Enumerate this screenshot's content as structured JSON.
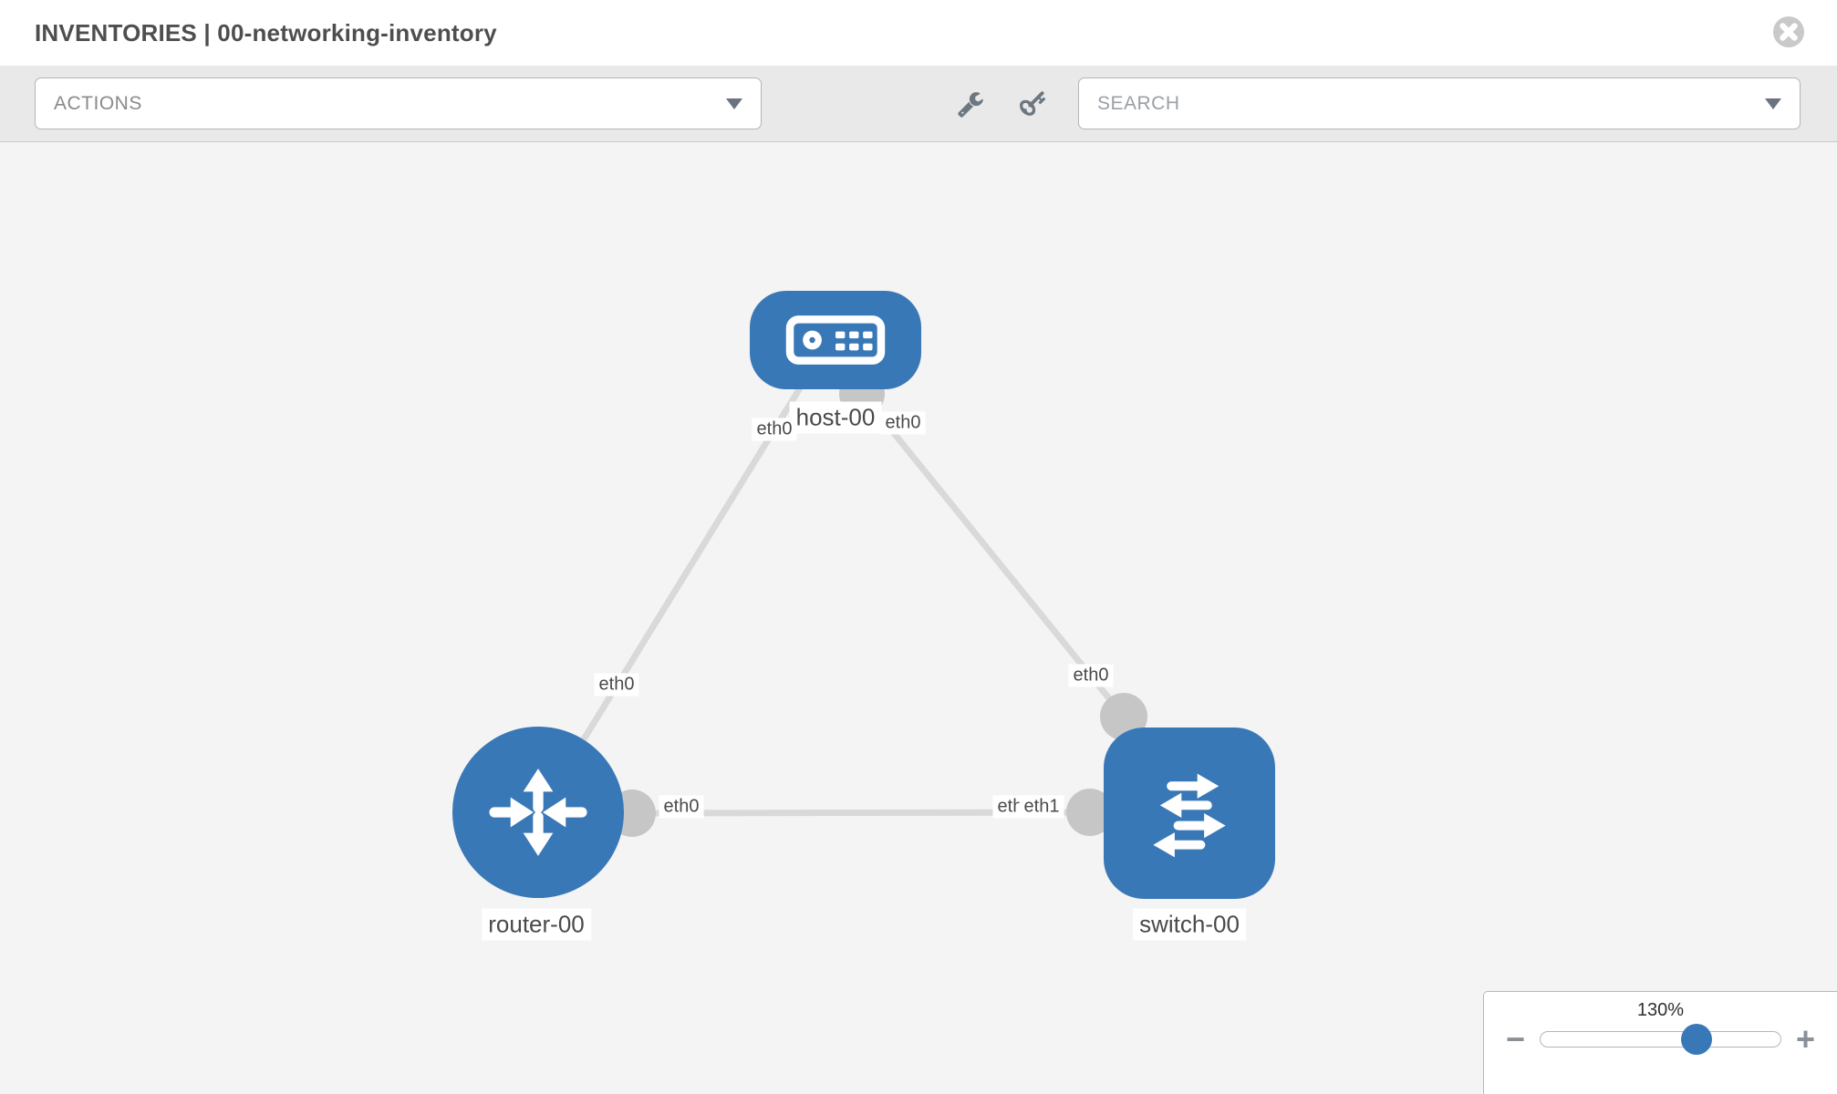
{
  "header": {
    "title": "INVENTORIES | 00-networking-inventory",
    "close_icon": "x-circle"
  },
  "toolbar": {
    "actions_label": "ACTIONS",
    "search_placeholder": "SEARCH",
    "icons": [
      "wrench-icon",
      "key-icon"
    ]
  },
  "topology": {
    "nodes": [
      {
        "label": "host-00",
        "type": "host"
      },
      {
        "label": "router-00",
        "type": "router"
      },
      {
        "label": "switch-00",
        "type": "switch"
      }
    ],
    "links": [
      {
        "from": "host-00",
        "to": "router-00",
        "from_interface": "eth0",
        "to_interface": "eth0"
      },
      {
        "from": "host-00",
        "to": "switch-00",
        "from_interface": "eth0",
        "to_interface": "eth0"
      },
      {
        "from": "router-00",
        "to": "switch-00",
        "from_interface": "eth0",
        "to_interface": "eth1",
        "to_interface_overlapped": "eth0"
      }
    ]
  },
  "zoom_control": {
    "level": "130%",
    "minus_label": "−",
    "plus_label": "+"
  },
  "colors": {
    "node_blue": "#3978B7",
    "link_gray": "#d9d9d9",
    "connector_gray": "#c6c6c6",
    "canvas_bg": "#f4f4f4",
    "toolbar_bg": "#e9e9e9"
  }
}
